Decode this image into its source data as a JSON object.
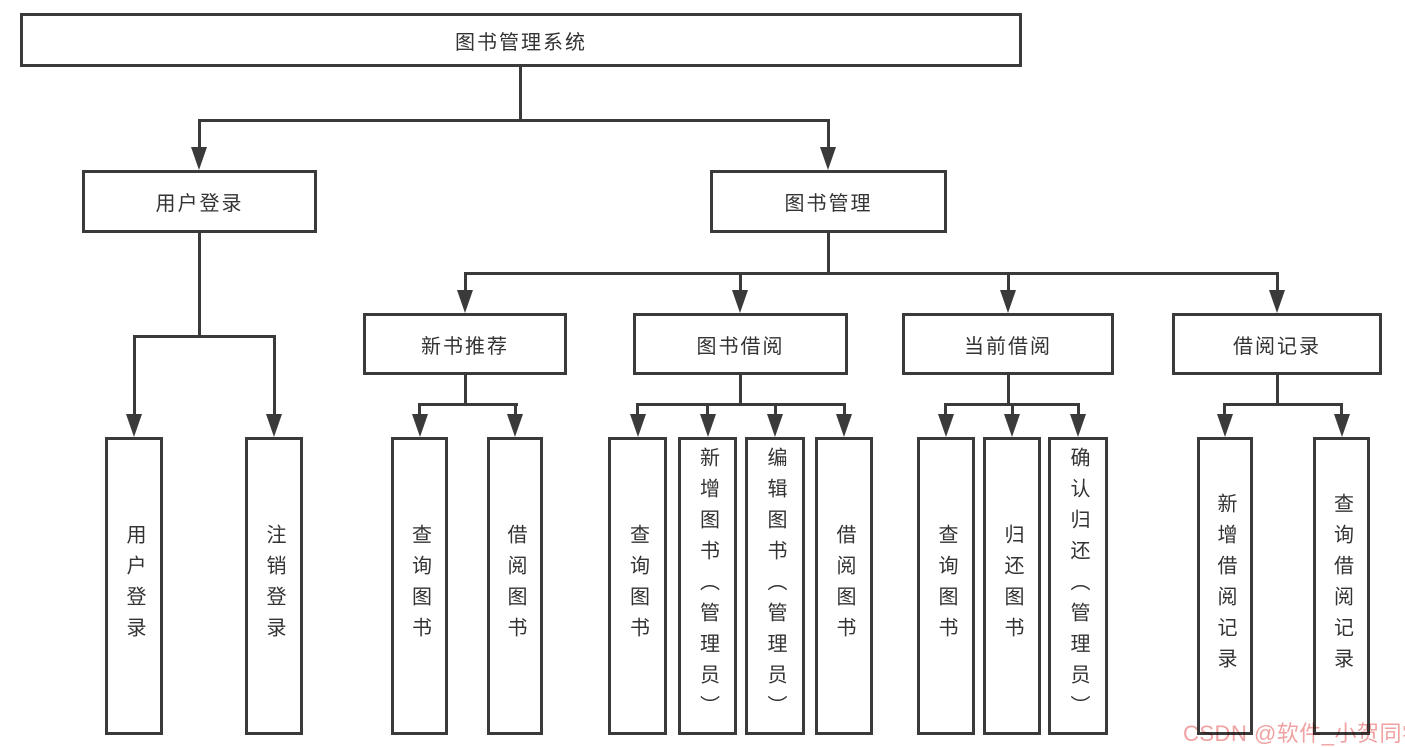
{
  "diagram": {
    "root": {
      "label": "图书管理系统"
    },
    "branches": [
      {
        "label": "用户登录"
      },
      {
        "label": "图书管理"
      }
    ],
    "modules": [
      {
        "label": "新书推荐"
      },
      {
        "label": "图书借阅"
      },
      {
        "label": "当前借阅"
      },
      {
        "label": "借阅记录"
      }
    ],
    "leaves": [
      {
        "label": "用户登录"
      },
      {
        "label": "注销登录"
      },
      {
        "label": "查询图书"
      },
      {
        "label": "借阅图书"
      },
      {
        "label": "查询图书"
      },
      {
        "label": "新增图书（管理员）"
      },
      {
        "label": "编辑图书（管理员）"
      },
      {
        "label": "借阅图书"
      },
      {
        "label": "查询图书"
      },
      {
        "label": "归还图书"
      },
      {
        "label": "确认归还（管理员）"
      },
      {
        "label": "新增借阅记录"
      },
      {
        "label": "查询借阅记录"
      }
    ]
  },
  "watermark": {
    "text": "CSDN @软件_小贺同学",
    "color": "#f0a2a2"
  },
  "colors": {
    "line": "#3a3a3a",
    "text": "#333333",
    "box_fill": "#ffffff",
    "background": "#ffffff"
  }
}
